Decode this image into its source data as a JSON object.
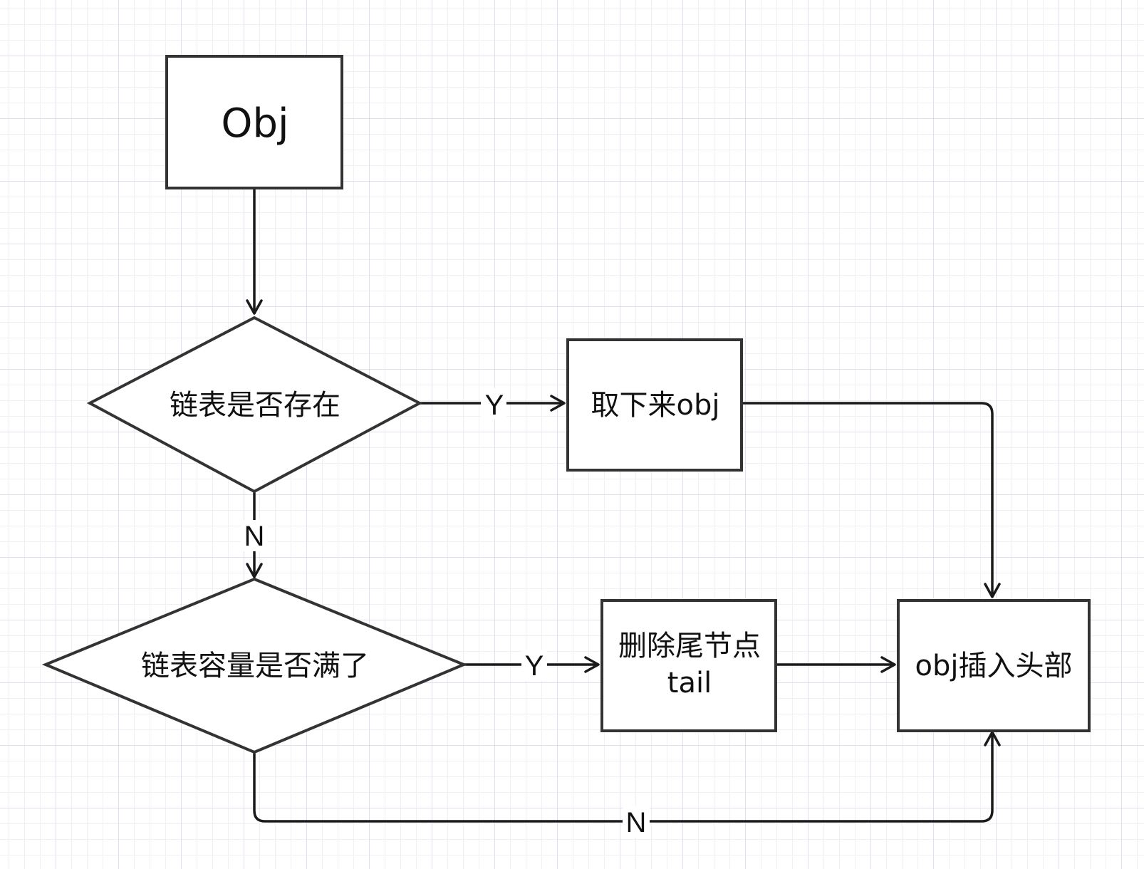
{
  "nodes": {
    "start": {
      "text": "Obj"
    },
    "list_exists": {
      "text": "链表是否存在"
    },
    "take_down": {
      "text": "取下来obj"
    },
    "capacity_full": {
      "text": "链表容量是否满了"
    },
    "delete_tail": {
      "line1": "删除尾节点",
      "line2": "tail"
    },
    "insert_head": {
      "text": "obj插入头部"
    }
  },
  "edges": {
    "exists_yes": "Y",
    "exists_no": "N",
    "full_yes": "Y",
    "full_no": "N"
  },
  "colors": {
    "stroke": "#333333",
    "edge": "#1a1a1a",
    "fill": "#ffffff",
    "grid": "#dfe1ee"
  }
}
